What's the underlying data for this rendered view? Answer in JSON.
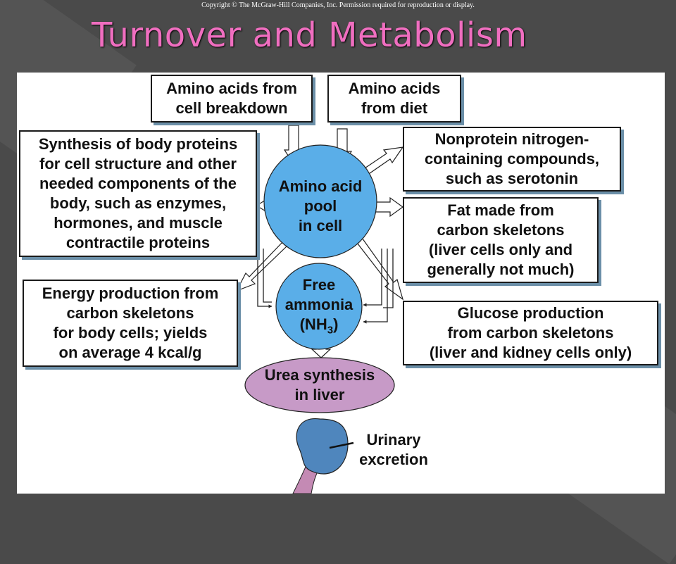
{
  "copyright": "Copyright © The McGraw-Hill Companies, Inc. Permission required for reproduction or display.",
  "title": "Turnover and Metabolism",
  "boxes": {
    "amino_breakdown": "Amino acids from\ncell breakdown",
    "amino_diet": "Amino acids\nfrom diet",
    "synthesis": "Synthesis of body proteins\nfor cell structure and other\nneeded components of the\nbody, such as enzymes,\nhormones, and muscle\ncontractile proteins",
    "nonprotein": "Nonprotein nitrogen-\ncontaining compounds,\nsuch as serotonin",
    "fat": "Fat made from\ncarbon skeletons\n(liver cells only and\ngenerally not much)",
    "energy": "Energy production from\ncarbon skeletons\nfor body cells;  yields\non average 4 kcal/g",
    "glucose": "Glucose production\nfrom carbon skeletons\n(liver and kidney cells only)"
  },
  "nodes": {
    "pool": "Amino acid\npool\nin cell",
    "ammonia_line1": "Free",
    "ammonia_line2": "ammonia",
    "ammonia_nh": "(NH",
    "ammonia_sub": "3",
    "ammonia_close": ")",
    "urea": "Urea synthesis\nin liver",
    "urinary": "Urinary\nexcretion"
  },
  "colors": {
    "circle_fill": "#5aaee8",
    "urea_fill": "#c79ac7",
    "kidney_fill": "#4f86bd",
    "title_pink": "#f06ec0"
  }
}
